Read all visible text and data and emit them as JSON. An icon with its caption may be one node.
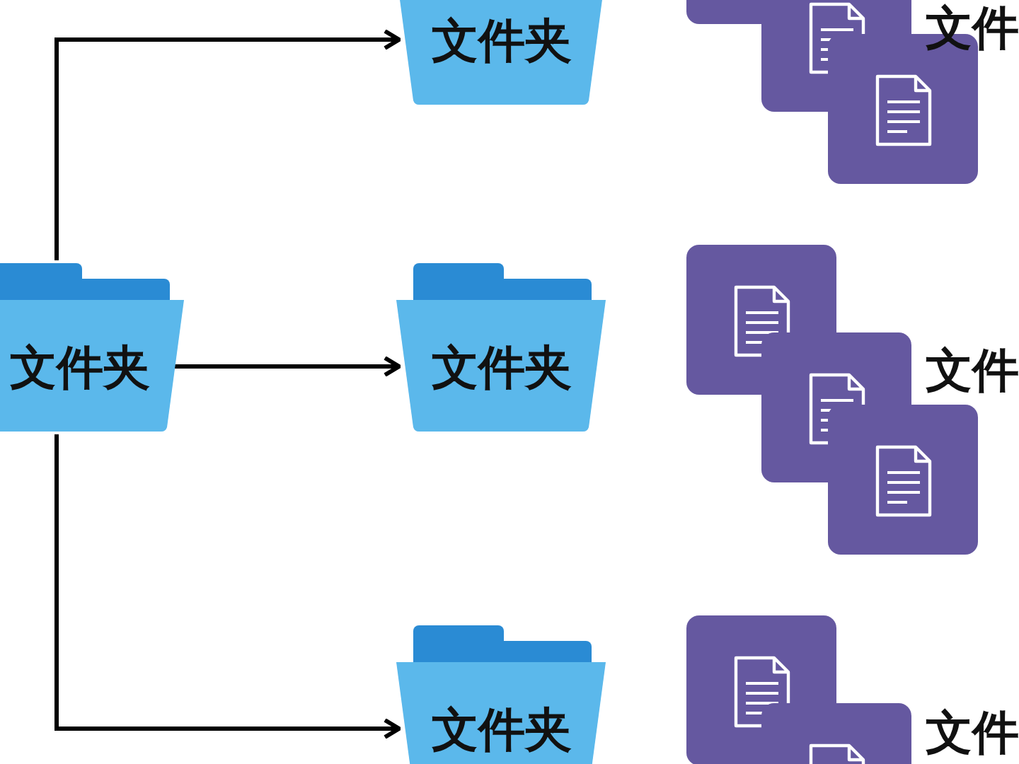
{
  "diagram": {
    "nodes": [
      {
        "text": [
          "文件夹"
        ]
      },
      {
        "text": [
          "文件夹"
        ]
      },
      {
        "text": [
          "文件夹"
        ]
      },
      {
        "text": [
          "文件夹"
        ]
      },
      {
        "text": [
          "文件"
        ]
      },
      {
        "text": [
          "文件"
        ]
      },
      {
        "text": [
          "文件"
        ]
      }
    ],
    "edges": [
      {
        "from": 0,
        "to": 1,
        "arrow": "to"
      },
      {
        "from": 0,
        "to": 2,
        "arrow": "to"
      },
      {
        "from": 0,
        "to": 3,
        "arrow": "to"
      }
    ]
  }
}
